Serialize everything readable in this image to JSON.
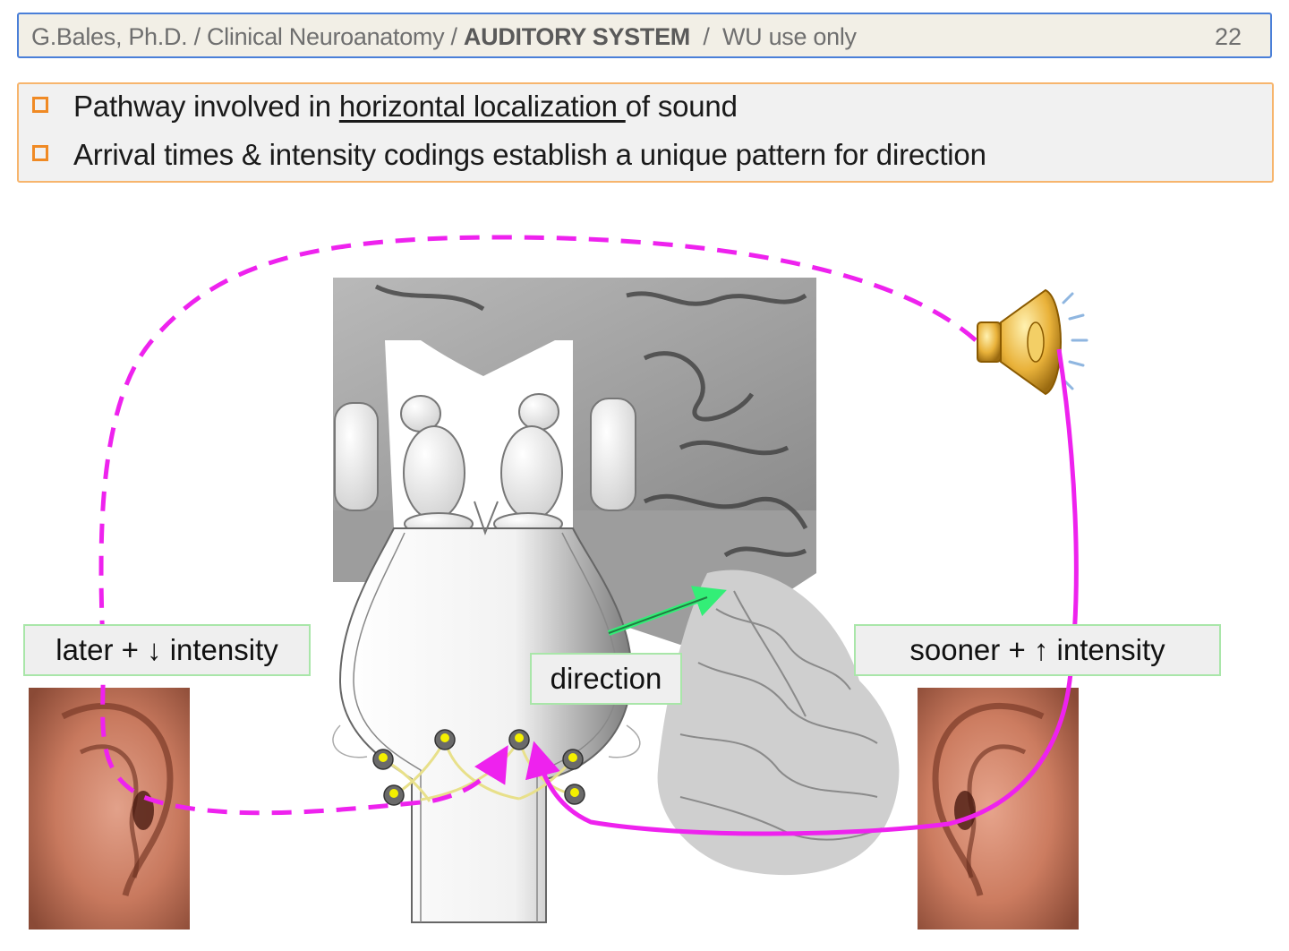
{
  "header": {
    "author": "G.Bales, Ph.D.",
    "course": "Clinical Neuroanatomy",
    "topic": "AUDITORY SYSTEM",
    "restriction": "WU use only",
    "page": "22"
  },
  "bullets": [
    {
      "pre": "Pathway involved in ",
      "underlined": "horizontal localization ",
      "post": "of sound"
    },
    {
      "pre": "Arrival times & intensity codings establish a unique pattern for direction",
      "underlined": "",
      "post": ""
    }
  ],
  "labels": {
    "left_ear": "later + ↓ intensity",
    "right_ear": "sooner + ↑ intensity",
    "direction": "direction"
  },
  "icons": {
    "speaker": "speaker-icon",
    "bullet": "checkbox-bullet-icon"
  },
  "colors": {
    "pathway": "#ee22ee",
    "direction_arrow": "#33ee77",
    "header_border": "#4a7fd8",
    "bullet_border": "#f7b56d",
    "bullet_marker": "#f08a24",
    "label_border": "#a9e6a9"
  }
}
